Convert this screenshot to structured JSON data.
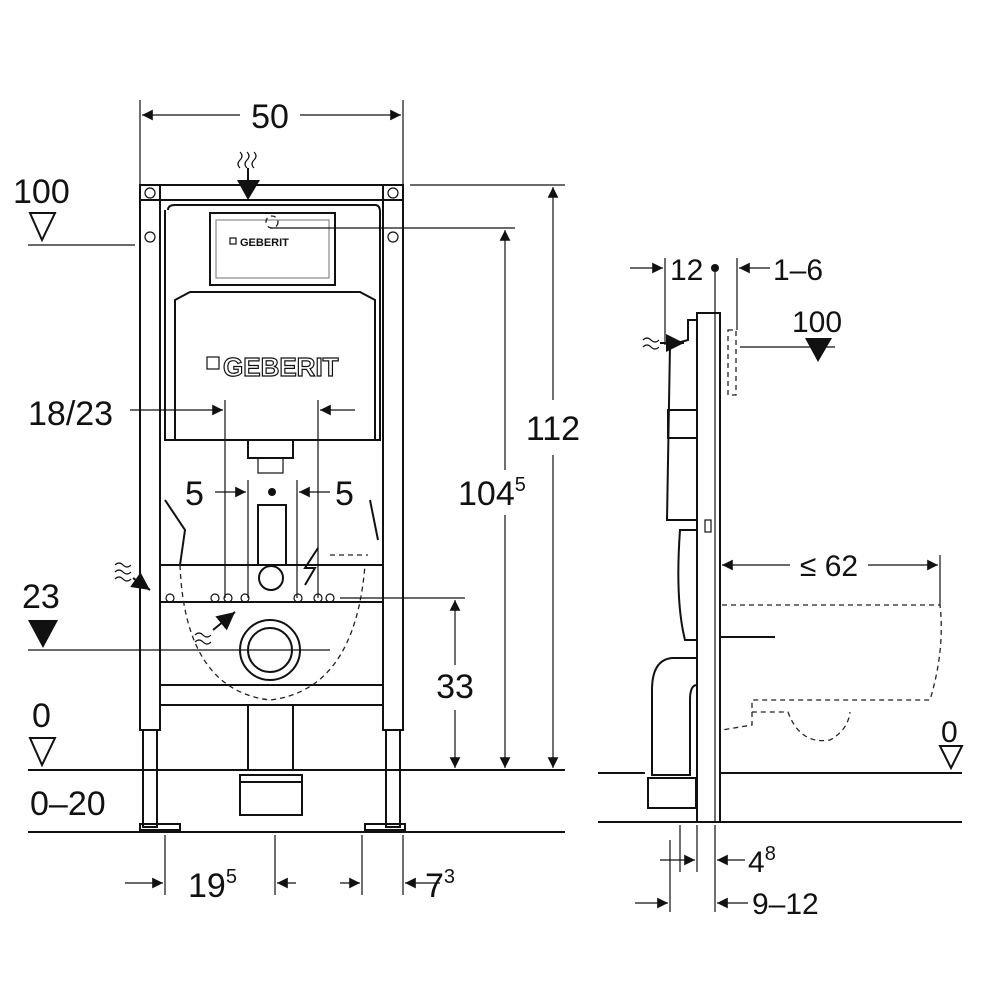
{
  "front_view": {
    "width": "50",
    "height_total": "112",
    "height_actuator": {
      "base": "104",
      "sup": "5"
    },
    "actuator_level": "100",
    "flush_pipe_spacing": "18/23",
    "offset_left": "5",
    "offset_right": "5",
    "supply_level": "23",
    "drain_height": "33",
    "floor_level": "0",
    "foot_adjust": "0–20",
    "leg_spacing": {
      "base": "19",
      "sup": "5"
    },
    "leg_offset": {
      "base": "7",
      "sup": "3"
    },
    "brand_plate": "GEBERIT",
    "brand_cistern": "GEBERIT"
  },
  "side_view": {
    "depth": "12",
    "wall_gap": "1–6",
    "actuator_level": "100",
    "bowl_projection": "≤ 62",
    "floor_level": "0",
    "frame_thickness": {
      "base": "4",
      "sup": "8"
    },
    "pipe_offset": "9–12"
  }
}
